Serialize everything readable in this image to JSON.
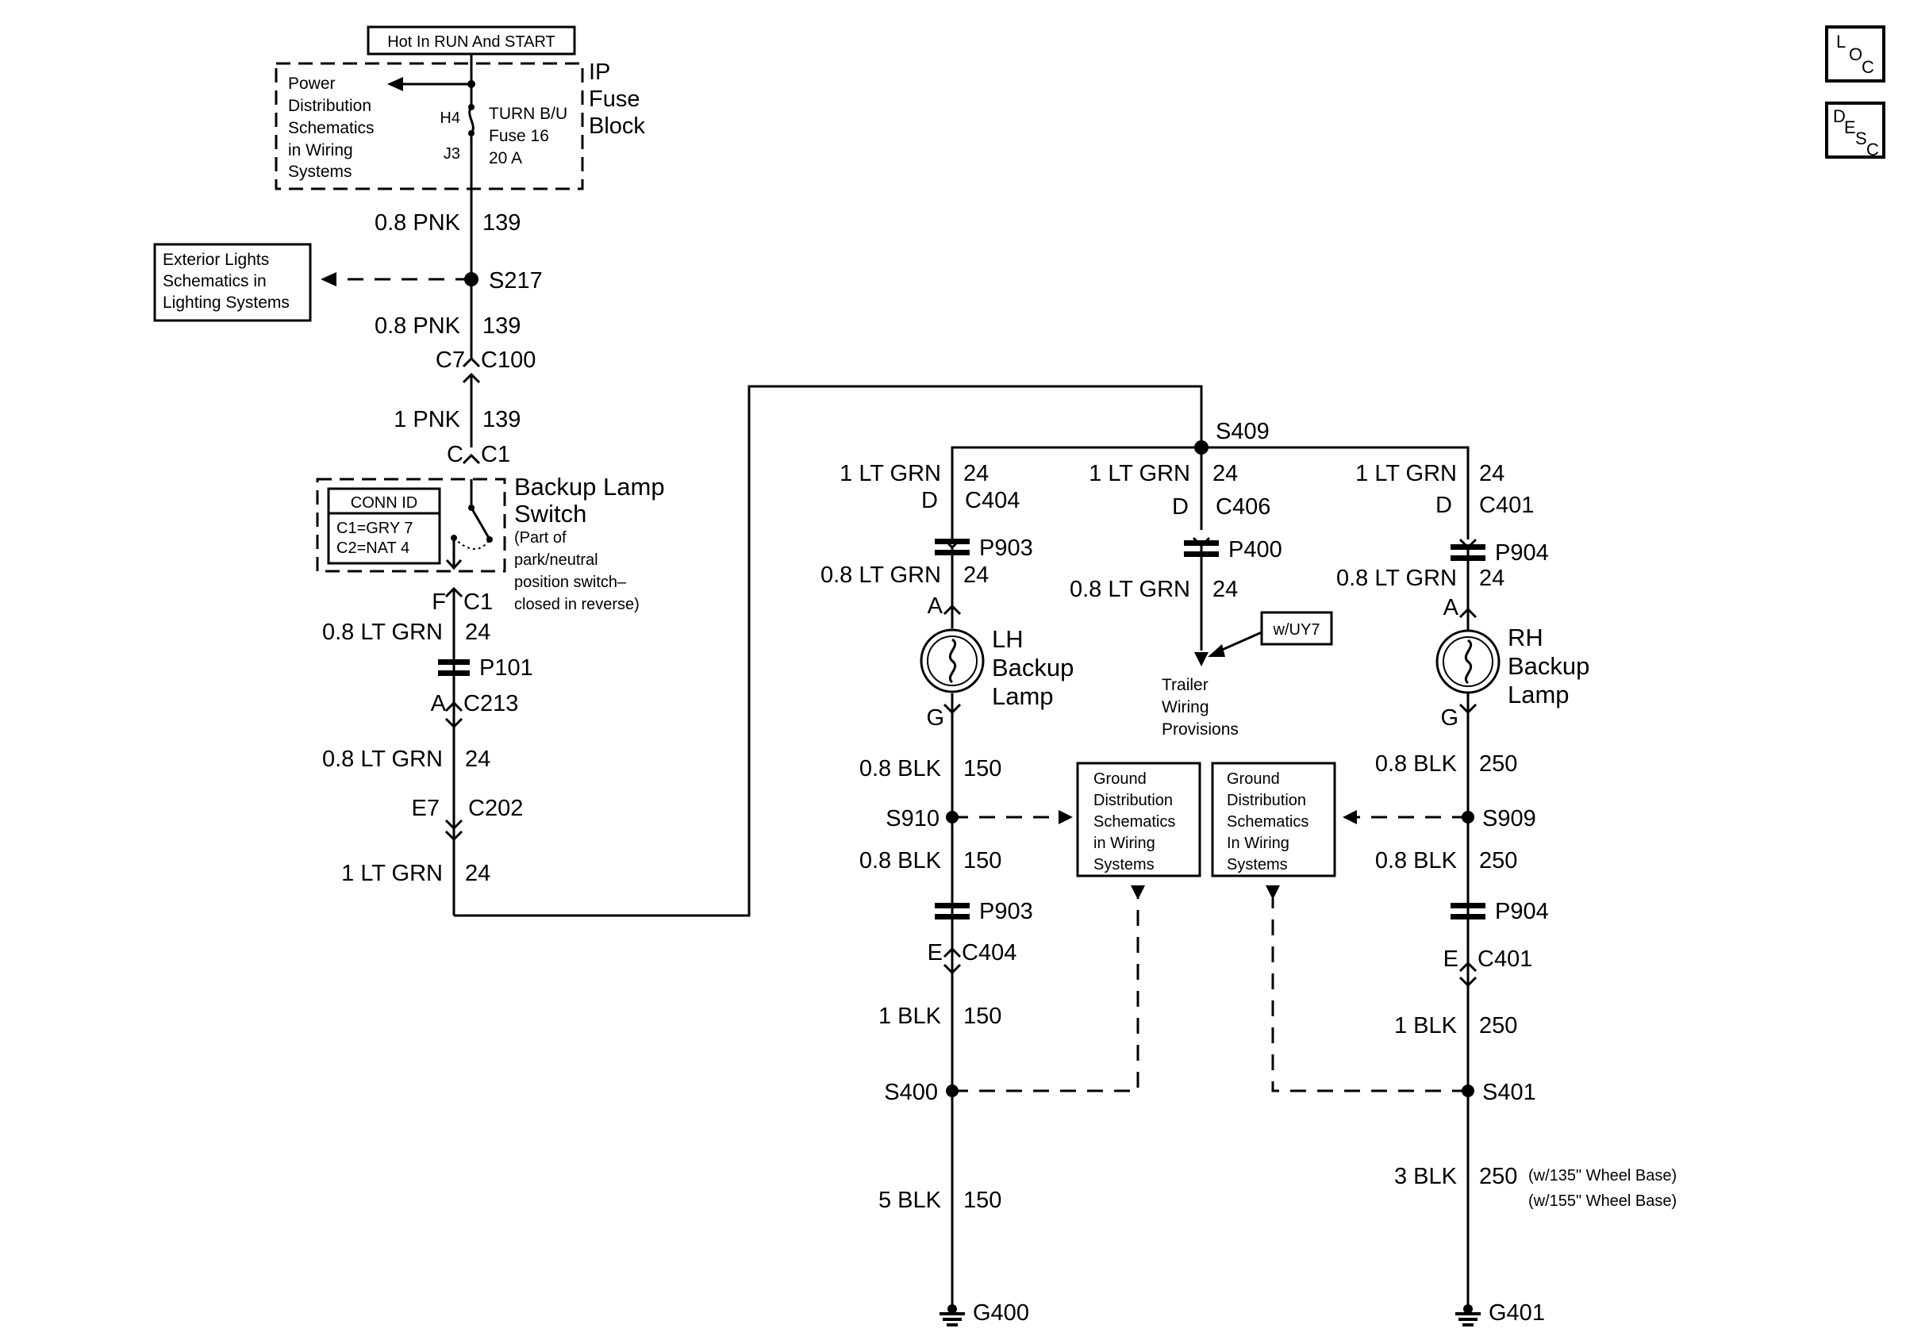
{
  "hot_label": "Hot In RUN And START",
  "fuse_block": {
    "name_lines": [
      "IP",
      "Fuse",
      "Block"
    ],
    "pd_ref_lines": [
      "Power",
      "Distribution",
      "Schematics",
      "in Wiring",
      "Systems"
    ],
    "pin_in": "H4",
    "pin_out": "J3",
    "fuse_lines": [
      "TURN B/U",
      "Fuse 16",
      "20 A"
    ]
  },
  "ext_lights_ref_lines": [
    "Exterior Lights",
    "Schematics in",
    "Lighting Systems"
  ],
  "main_wire": {
    "w1": {
      "gauge": "0.8 PNK",
      "circuit": "139"
    },
    "splice1": "S217",
    "w2": {
      "gauge": "0.8 PNK",
      "circuit": "139"
    },
    "c100": {
      "pin": "C7",
      "name": "C100"
    },
    "w3": {
      "gauge": "1 PNK",
      "circuit": "139"
    },
    "c1_top": {
      "pin": "C",
      "name": "C1"
    },
    "switch": {
      "name_lines": [
        "Backup Lamp",
        "Switch"
      ],
      "desc_lines": [
        "(Part of",
        "park/neutral",
        "position switch–",
        "closed in reverse)"
      ],
      "conn_title": "CONN ID",
      "conn_lines": [
        "C1=GRY 7",
        "C2=NAT 4"
      ]
    },
    "c1_bot": {
      "pin": "F",
      "name": "C1"
    },
    "w4": {
      "gauge": "0.8 LT GRN",
      "circuit": "24"
    },
    "p101": "P101",
    "c213": {
      "pin": "A",
      "name": "C213"
    },
    "w5": {
      "gauge": "0.8 LT GRN",
      "circuit": "24"
    },
    "c202": {
      "pin": "E7",
      "name": "C202"
    },
    "w6": {
      "gauge": "1 LT GRN",
      "circuit": "24"
    }
  },
  "splice_s409": "S409",
  "lh": {
    "w1": {
      "gauge": "1 LT GRN",
      "circuit": "24"
    },
    "conn_top": {
      "pin": "D",
      "name": "C404"
    },
    "pigtail_top": "P903",
    "w2": {
      "gauge": "0.8 LT GRN",
      "circuit": "24"
    },
    "lamp_pin_a": "A",
    "lamp_lines": [
      "LH",
      "Backup",
      "Lamp"
    ],
    "lamp_pin_g": "G",
    "w3": {
      "gauge": "0.8 BLK",
      "circuit": "150"
    },
    "splice_mid": "S910",
    "w4": {
      "gauge": "0.8 BLK",
      "circuit": "150"
    },
    "pigtail_bot": "P903",
    "conn_bot": {
      "pin": "E",
      "name": "C404"
    },
    "w5": {
      "gauge": "1 BLK",
      "circuit": "150"
    },
    "splice_low": "S400",
    "w6": {
      "gauge": "5 BLK",
      "circuit": "150"
    },
    "ground": "G400"
  },
  "center": {
    "w1": {
      "gauge": "1 LT GRN",
      "circuit": "24"
    },
    "conn": {
      "pin": "D",
      "name": "C406"
    },
    "pigtail": "P400",
    "w2": {
      "gauge": "0.8 LT GRN",
      "circuit": "24"
    },
    "option": "w/UY7",
    "target_lines": [
      "Trailer",
      "Wiring",
      "Provisions"
    ]
  },
  "rh": {
    "w1": {
      "gauge": "1 LT GRN",
      "circuit": "24"
    },
    "conn_top": {
      "pin": "D",
      "name": "C401"
    },
    "pigtail_top": "P904",
    "w2": {
      "gauge": "0.8 LT GRN",
      "circuit": "24"
    },
    "lamp_pin_a": "A",
    "lamp_lines": [
      "RH",
      "Backup",
      "Lamp"
    ],
    "lamp_pin_g": "G",
    "w3": {
      "gauge": "0.8 BLK",
      "circuit": "250"
    },
    "splice_mid": "S909",
    "w4": {
      "gauge": "0.8 BLK",
      "circuit": "250"
    },
    "pigtail_bot": "P904",
    "conn_bot": {
      "pin": "E",
      "name": "C401"
    },
    "w5": {
      "gauge": "1 BLK",
      "circuit": "250"
    },
    "splice_low": "S401",
    "w6": {
      "gauge": "3 BLK",
      "circuit": "250"
    },
    "wheelbase_notes": [
      "(w/135\" Wheel Base)",
      "(w/155\" Wheel Base)"
    ],
    "ground": "G401"
  },
  "gnd_ref_left_lines": [
    "Ground",
    "Distribution",
    "Schematics",
    "in Wiring",
    "Systems"
  ],
  "gnd_ref_right_lines": [
    "Ground",
    "Distribution",
    "Schematics",
    "In Wiring",
    "Systems"
  ],
  "loc_icon": [
    "L",
    "O",
    "C"
  ],
  "desc_icon": [
    "D",
    "E",
    "S",
    "C"
  ]
}
